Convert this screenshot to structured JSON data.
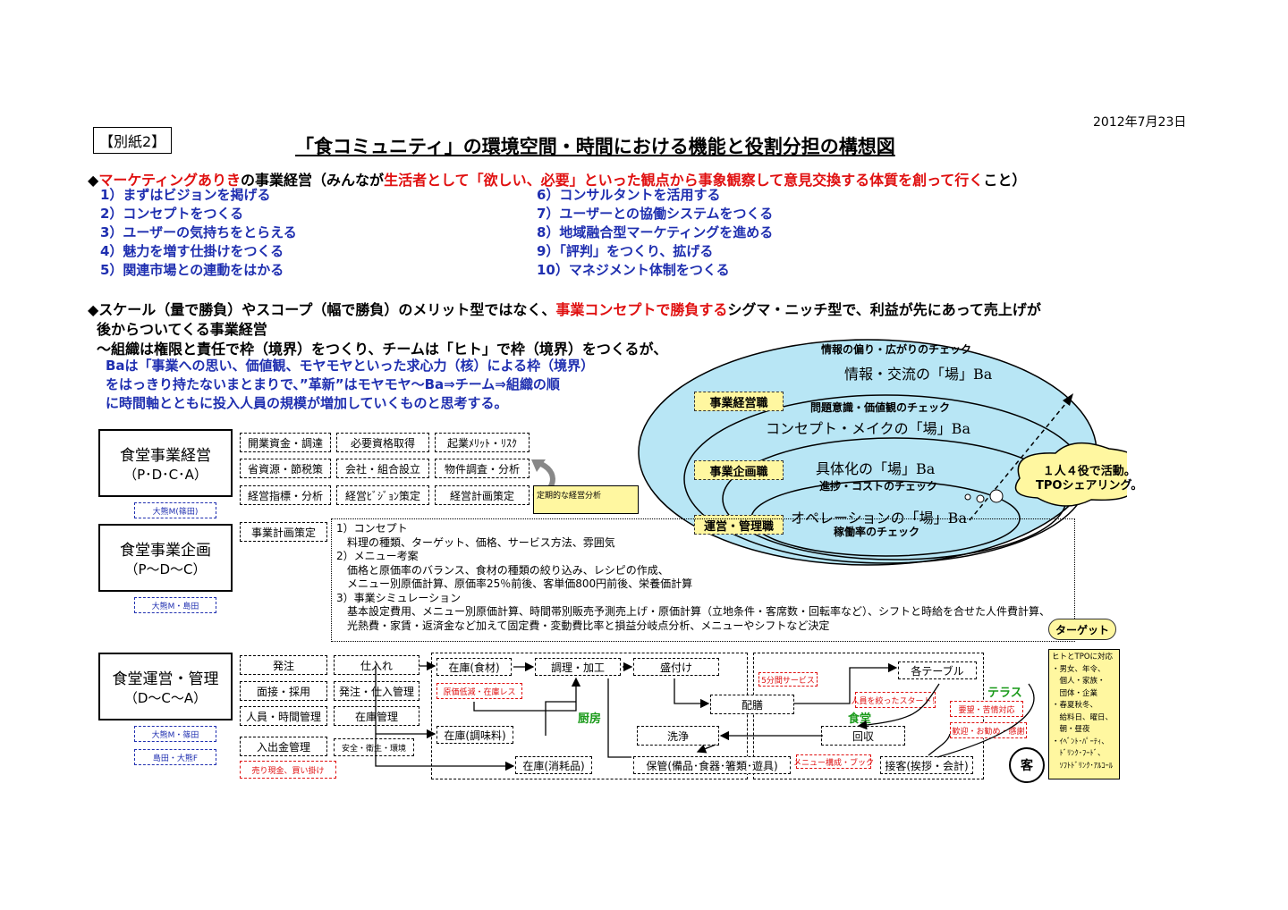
{
  "header": {
    "date": "2012年7月23日",
    "tag": "【別紙2】",
    "title": "「食コミュニティ」の環境空間・時間における機能と役割分担の構想図"
  },
  "section1": {
    "marker": "◆",
    "lead_red": "マーケティングありき",
    "lead_black": "の事業経営（みんなが",
    "lead_red2": "生活者として「欲しい、必要」といった観点から事象観察して意見交換する体質を創って行く",
    "lead_end": "こと）",
    "left_items": [
      "1）まずはビジョンを掲げる",
      "2）コンセプトをつくる",
      "3）ユーザーの気持ちをとらえる",
      "4）魅力を増す仕掛けをつくる",
      "5）関連市場との連動をはかる"
    ],
    "right_items": [
      "6）コンサルタントを活用する",
      "7）ユーザーとの協働システムをつくる",
      "8）地域融合型マーケティングを進める",
      "9）「評判」をつくり、拡げる",
      "10）マネジメント体制をつくる"
    ]
  },
  "section2": {
    "line1_a": "◆スケール（量で勝負）やスコープ（幅で勝負）のメリット型ではなく、",
    "line1_red": "事業コンセプトで勝負する",
    "line1_b": "シグマ・ニッチ型で、利益が先にあって売上げが",
    "line2": "後からついてくる事業経営",
    "line3": "～組織は権限と責任で枠（境界）をつくり、チームは「ヒト」で枠（境界）をつくるが、",
    "blue1": "Baは「事業への思い、価値観、モヤモヤといった求心力（核）による枠（境界）",
    "blue2": "をはっきり持たないまとまりで、”革新”はモヤモヤ～Ba⇒チーム⇒組織の順",
    "blue3": "に時間軸とともに投入人員の規模が増加していくものと思考する。"
  },
  "ellipses": {
    "outer_caption": "情報の偏り・広がりのチェック",
    "outer_ba": "情報・交流の「場」Ba",
    "mid_caption": "問題意識・価値観のチェック",
    "mid_ba": "コンセプト・メイクの「場」Ba",
    "inner_ba": "具体化の「場」Ba",
    "inner_caption": "進捗・コストのチェック",
    "core_ba": "オペレーションの「場」Ba",
    "core_caption": "稼働率のチェック",
    "role1": "事業経営職",
    "role2": "事業企画職",
    "role3": "運営・管理職",
    "cloud": [
      "１人４役で活動。",
      "TPOシェアリング。"
    ]
  },
  "pdca": {
    "title": "食堂事業経営",
    "sub": "（P･D･C･A）",
    "person": "大熊M(篠田)",
    "tasks": [
      "開業資金・調達",
      "必要資格取得",
      "起業ﾒﾘｯﾄ・ﾘｽｸ",
      "省資源・節税策",
      "会社・組合設立",
      "物件調査・分析",
      "経営指標・分析",
      "経営ﾋﾞｼﾞｮﾝ策定",
      "経営計画策定"
    ],
    "note": "定期的な経営分析"
  },
  "planning": {
    "title": "食堂事業企画",
    "sub": "（P～D～C）",
    "person": "大熊M・島田",
    "task": "事業計画策定",
    "lines": [
      "1）コンセプト",
      "　料理の種類、ターゲット、価格、サービス方法、雰囲気",
      "2）メニュー考案",
      "　価格と原価率のバランス、食材の種類の絞り込み、レシピの作成、",
      "　メニュー別原価計算、原価率25％前後、客単価800円前後、栄養価計算",
      "3）事業シミュレーション",
      "　基本設定費用、メニュー別原価計算、時間帯別販売予測売上げ・原価計算（立地条件・客席数・回転率など）、シフトと時給を合せた人件費計算、",
      "　光熱費・家賃・返済金など加えて固定費・変動費比率と損益分岐点分析、メニューやシフトなど決定"
    ]
  },
  "operations": {
    "title": "食堂運営・管理",
    "sub": "（D～C～A）",
    "person1": "大熊M・篠田",
    "person2": "島田・大熊F",
    "tasks": [
      "発注",
      "面接・採用",
      "人員・時間管理",
      "入出金管理"
    ],
    "red_note": "売り現金、買い掛け",
    "col2": [
      "仕入れ",
      "発注・仕入管理",
      "在庫管理",
      "安全・衛生・環境"
    ],
    "kitchen_label": "厨房",
    "dining_label": "食堂",
    "terrace_label": "テラス",
    "flow": {
      "stock_food": "在庫(食材)",
      "cook": "調理・加工",
      "plate": "盛付け",
      "stock_season": "在庫(調味料)",
      "stock_consum": "在庫(消耗品)",
      "serve": "配膳",
      "wash": "洗浄",
      "storage": "保管(備品･食器･箸類･遊具)",
      "collect": "回収",
      "tables": "各テーブル",
      "reception": "接客(挨拶・会計)"
    },
    "red_notes": {
      "cost": "原価低減・在庫レス",
      "five_min": "5分間サービス",
      "start": "人員を絞ったスタート！",
      "menu": "メニュー構成・ブック",
      "demand": "要望・苦情対応",
      "welcome": "歓迎・お勧め・感謝"
    },
    "guest_icon": "客"
  },
  "target": {
    "label": "ターゲット",
    "lines": [
      "ヒトとTPOに対応",
      "・男女、年令、",
      "　個人・家族・",
      "　団体・企業",
      "・春夏秋冬、",
      "　給料日、曜日、",
      "　朝・昼夜",
      "・ｲﾍﾞﾝﾄ･ﾊﾟｰﾃｨ、",
      "　ﾄﾞﾘﾝｸ･ﾌｰﾄﾞ、",
      "　ｿﾌﾄﾄﾞﾘﾝｸ･ｱﾙｺｰﾙ"
    ]
  }
}
